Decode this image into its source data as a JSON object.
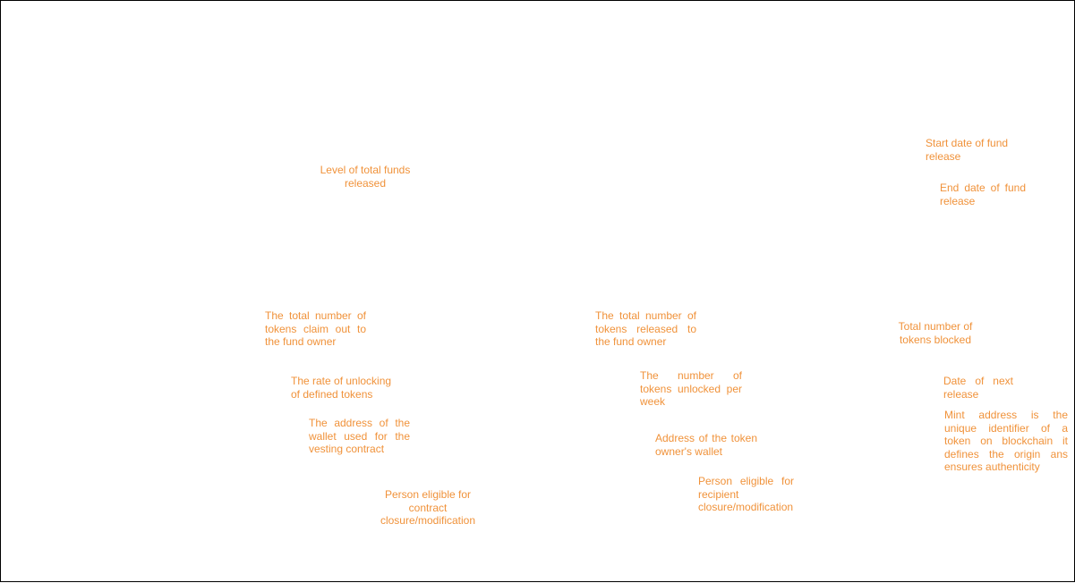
{
  "colors": {
    "annotation_text": "#f0923a",
    "frame_border": "#000000",
    "background": "#ffffff"
  },
  "annotations": {
    "level_total_funds": "Level of total funds released",
    "start_date": "Start date of fund release",
    "end_date": "End date of fund release",
    "total_claim_out": "The total number of tokens claim out to the fund owner",
    "total_released": "The total number of tokens released to the fund owner",
    "total_blocked": "Total number of tokens blocked",
    "unlock_rate": "The rate of unlocking of defined tokens",
    "unlocked_per_week": "The number of tokens unlocked per week",
    "next_release_date": "Date of next release",
    "vesting_wallet": "The address of the wallet used for the vesting contract",
    "owner_wallet": "Address of the token owner's wallet",
    "mint_address": "Mint address is the unique identifier of a token on blockchain it defines the origin ans ensures authenticity",
    "contract_closure": "Person eligible for contract closure/modification",
    "recipient_closure": "Person eligible for recipient closure/modification"
  }
}
